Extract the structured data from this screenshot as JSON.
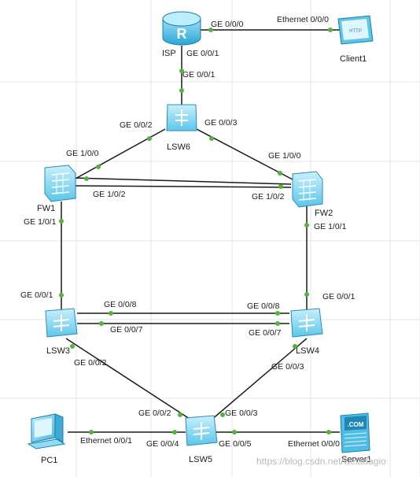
{
  "devices": {
    "isp": "ISP",
    "client1": "Client1",
    "lsw6": "LSW6",
    "fw1": "FW1",
    "fw2": "FW2",
    "lsw3": "LSW3",
    "lsw4": "LSW4",
    "pc1": "PC1",
    "lsw5": "LSW5",
    "server1": "Server1"
  },
  "client1_screen_text": "HTTP",
  "server1_screen_text": ".COM",
  "ports": {
    "isp_ge000": "GE 0/0/0",
    "client1_eth000": "Ethernet 0/0/0",
    "isp_ge001": "GE 0/0/1",
    "lsw6_ge001": "GE 0/0/1",
    "lsw6_ge002": "GE 0/0/2",
    "lsw6_ge003": "GE 0/0/3",
    "fw1_ge100": "GE 1/0/0",
    "fw2_ge100": "GE 1/0/0",
    "fw1_ge102": "GE 1/0/2",
    "fw2_ge102": "GE 1/0/2",
    "fw1_ge101": "GE 1/0/1",
    "fw2_ge101": "GE 1/0/1",
    "lsw3_ge001": "GE 0/0/1",
    "lsw4_ge001": "GE 0/0/1",
    "lsw3_ge008": "GE 0/0/8",
    "lsw4_ge008": "GE 0/0/8",
    "lsw3_ge007": "GE 0/0/7",
    "lsw4_ge007": "GE 0/0/7",
    "lsw3_ge002": "GE 0/0/2",
    "lsw4_ge003": "GE 0/0/3",
    "lsw5_ge002": "GE 0/0/2",
    "lsw5_ge003": "GE 0/0/3",
    "pc1_eth001": "Ethernet 0/0/1",
    "lsw5_ge004": "GE 0/0/4",
    "lsw5_ge005": "GE 0/0/5",
    "server1_eth000": "Ethernet 0/0/0"
  },
  "watermark": "https://blog.csdn.net/weladagio",
  "colors": {
    "switch": "#7fd8f2",
    "firewall": "#7fd8f2",
    "router": "#3bb4e0",
    "port_dot": "#53b33a",
    "link": "#1a1a1a"
  }
}
